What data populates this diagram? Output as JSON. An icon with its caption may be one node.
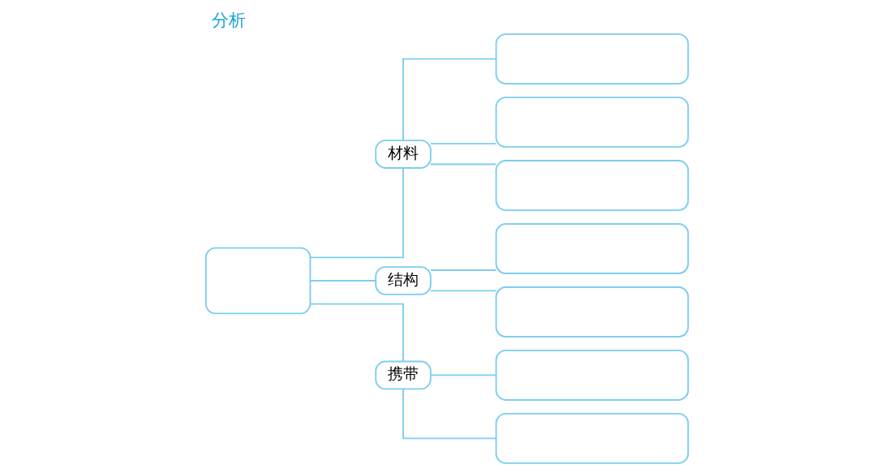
{
  "diagram": {
    "title": "分析",
    "nodes": [
      {
        "text": [],
        "shape": "box"
      },
      {
        "text": [
          "材料"
        ]
      },
      {
        "text": [
          "结构"
        ]
      },
      {
        "text": [
          "携带"
        ]
      },
      {
        "text": [],
        "shape": "box"
      },
      {
        "text": [],
        "shape": "box"
      },
      {
        "text": [],
        "shape": "box"
      },
      {
        "text": [],
        "shape": "box"
      },
      {
        "text": [],
        "shape": "box"
      },
      {
        "text": [],
        "shape": "box"
      },
      {
        "text": [],
        "shape": "box"
      }
    ],
    "edges": [
      {
        "from": 0,
        "to": 1,
        "arrow": "none"
      },
      {
        "from": 0,
        "to": 2,
        "arrow": "none"
      },
      {
        "from": 0,
        "to": 3,
        "arrow": "none"
      },
      {
        "from": 1,
        "to": 4,
        "arrow": "none"
      },
      {
        "from": 1,
        "to": 5,
        "arrow": "none"
      },
      {
        "from": 1,
        "to": 6,
        "arrow": "none"
      },
      {
        "from": 2,
        "to": 7,
        "arrow": "none"
      },
      {
        "from": 2,
        "to": 8,
        "arrow": "none"
      },
      {
        "from": 3,
        "to": 9,
        "arrow": "none"
      },
      {
        "from": 3,
        "to": 10,
        "arrow": "none"
      }
    ]
  }
}
